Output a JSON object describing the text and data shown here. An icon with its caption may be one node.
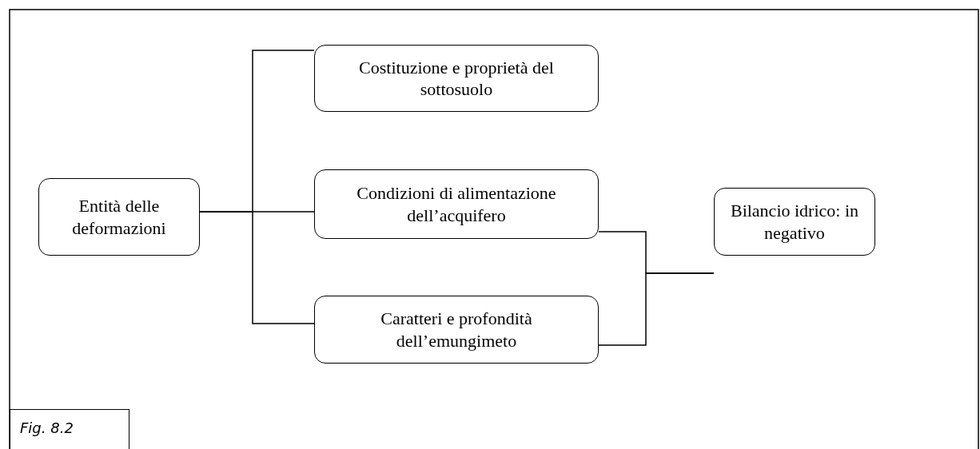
{
  "diagram": {
    "caption": "Fig. 8.2",
    "nodes": [
      {
        "text": [
          "Entità delle deformazioni"
        ]
      },
      {
        "text": [
          "Costituzione e proprietà del sottosuolo"
        ]
      },
      {
        "text": [
          "Condizioni di alimentazione dell’acquifero"
        ]
      },
      {
        "text": [
          "Caratteri e profondità dell’emungimeto"
        ]
      },
      {
        "text": [
          "Bilancio idrico: in negativo"
        ]
      }
    ],
    "edges": [
      {
        "from": 0,
        "to": 1,
        "arrow": "none"
      },
      {
        "from": 0,
        "to": 2,
        "arrow": "none"
      },
      {
        "from": 0,
        "to": 3,
        "arrow": "none"
      },
      {
        "from": 2,
        "to": 4,
        "arrow": "none"
      },
      {
        "from": 3,
        "to": 4,
        "arrow": "none"
      }
    ]
  }
}
